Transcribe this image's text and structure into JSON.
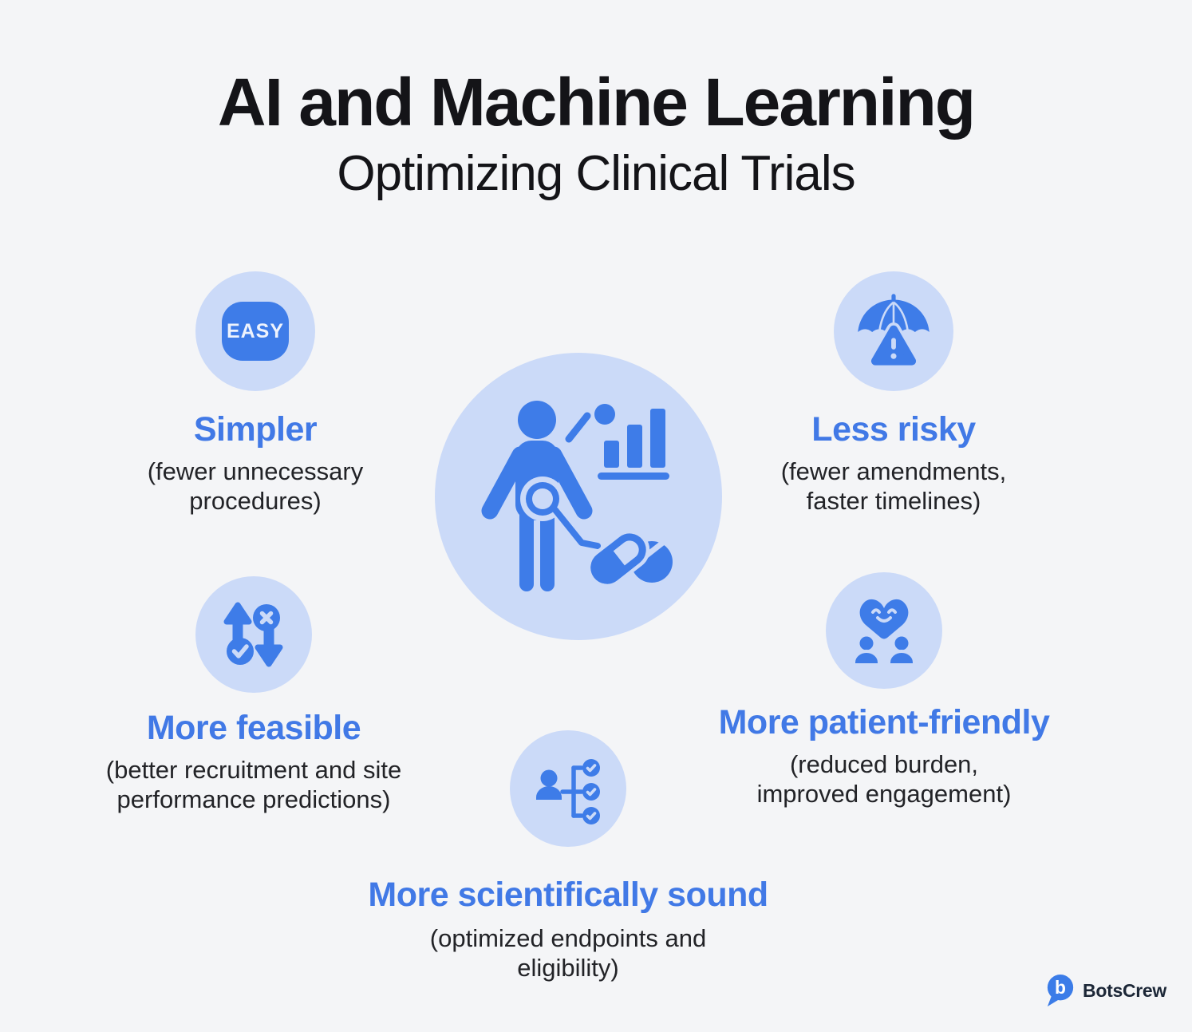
{
  "header": {
    "title": "AI and Machine Learning",
    "subtitle": "Optimizing Clinical Trials"
  },
  "benefits": [
    {
      "title": "Simpler",
      "lines": [
        "(fewer unnecessary",
        "procedures)"
      ],
      "icon": "easy-badge-icon",
      "badge_text": "EASY"
    },
    {
      "title": "Less risky",
      "lines": [
        "(fewer amendments,",
        "faster timelines)"
      ],
      "icon": "umbrella-warning-icon"
    },
    {
      "title": "More feasible",
      "lines": [
        "(better recruitment and site",
        "performance predictions)"
      ],
      "icon": "sort-arrows-icon"
    },
    {
      "title": "More patient-friendly",
      "lines": [
        "(reduced burden,",
        "improved engagement)"
      ],
      "icon": "heart-people-icon"
    },
    {
      "title": "More scientifically sound",
      "lines": [
        "(optimized endpoints and",
        "eligibility)"
      ],
      "icon": "person-checklist-icon"
    }
  ],
  "center_illustration": "patient-analytics-illustration",
  "footer": {
    "brand": "BotsCrew"
  },
  "colors": {
    "background": "#f4f5f7",
    "light_circle": "#cbdaf8",
    "icon_blue": "#3e7ce8",
    "heading_blue": "#4179e6",
    "title_ink": "#141418",
    "body_text": "#222327",
    "logo_navy": "#1c2737"
  }
}
